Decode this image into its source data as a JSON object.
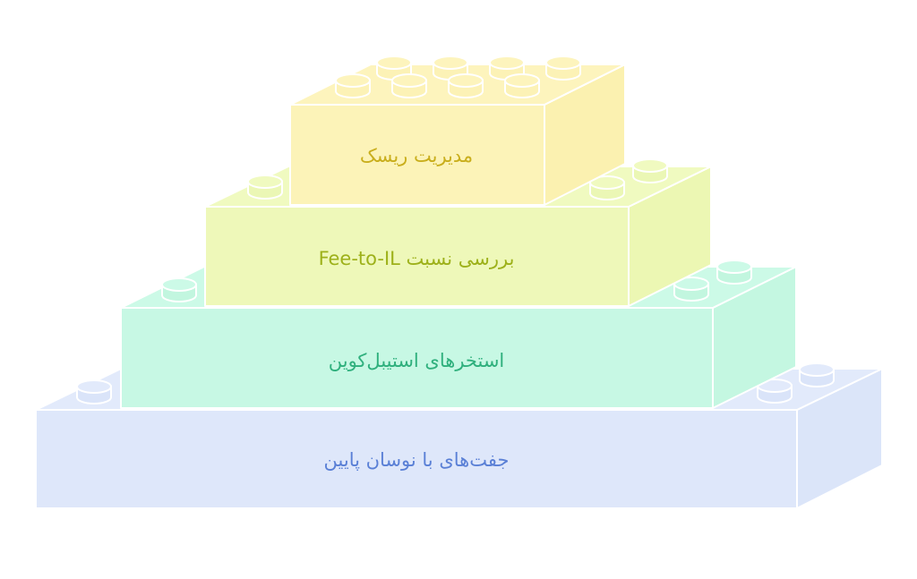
{
  "diagram": {
    "type": "lego-block-pyramid",
    "blocks": [
      {
        "id": "top",
        "label": "مدیریت ریسک",
        "front_color": "#FCF3B8",
        "side_color": "#FBF1B0",
        "top_color": "#FDF4BD",
        "stud_color": "#FCF2B6",
        "text_color": "#C9AE1C"
      },
      {
        "id": "second",
        "label": "بررسی نسبت Fee-to-IL",
        "front_color": "#EEF8B9",
        "side_color": "#ECF7B3",
        "top_color": "#F0FAC0",
        "stud_color": "#EBF7B5",
        "text_color": "#9DB11A"
      },
      {
        "id": "third",
        "label": "استخرهای استیبل‌کوین",
        "front_color": "#C7F8E4",
        "side_color": "#C4F7E1",
        "top_color": "#CCFAE7",
        "stud_color": "#C2F6DF",
        "text_color": "#2FB07D"
      },
      {
        "id": "bottom",
        "label": "جفت‌های با نوسان پایین",
        "front_color": "#DEE7FA",
        "side_color": "#DBE5F9",
        "top_color": "#E2EAFB",
        "stud_color": "#DAE4F9",
        "text_color": "#5A80D6"
      }
    ]
  }
}
